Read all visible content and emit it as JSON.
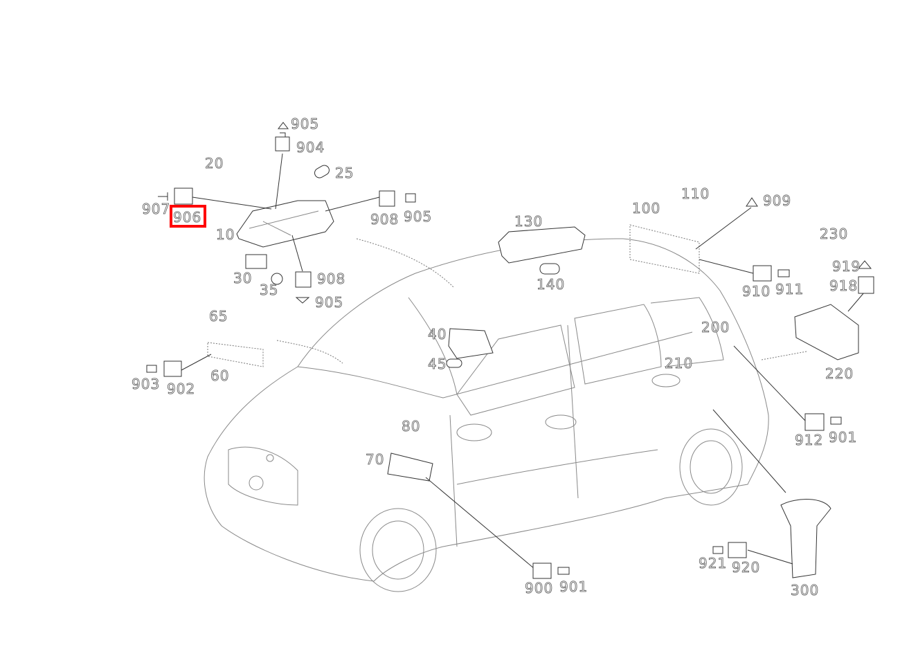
{
  "diagram": {
    "highlight_color": "#ff0000",
    "highlighted_label": "906",
    "labels": [
      "905",
      "904",
      "20",
      "25",
      "907",
      "906",
      "908",
      "905",
      "10",
      "30",
      "35",
      "908",
      "905",
      "65",
      "903",
      "902",
      "60",
      "130",
      "140",
      "110",
      "100",
      "909",
      "230",
      "919",
      "918",
      "910",
      "911",
      "40",
      "45",
      "200",
      "210",
      "220",
      "912",
      "901",
      "80",
      "70",
      "900",
      "901",
      "921",
      "920",
      "300"
    ]
  }
}
